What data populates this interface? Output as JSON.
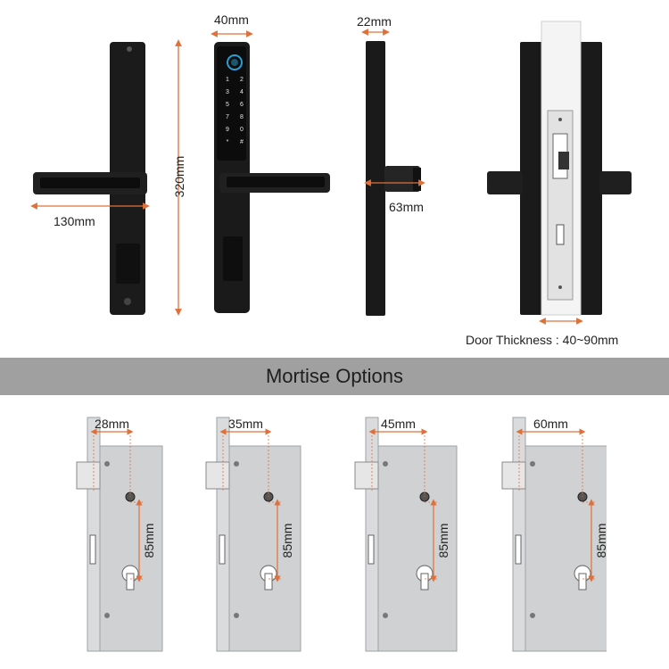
{
  "dimensions": {
    "front_width": "40mm",
    "side_depth": "22mm",
    "height": "320mm",
    "handle_length": "130mm",
    "handle_projection": "63mm",
    "door_thickness": "Door Thickness : 40~90mm"
  },
  "keypad": {
    "keys": [
      "1",
      "2",
      "3",
      "4",
      "5",
      "6",
      "7",
      "8",
      "9",
      "0",
      "*",
      "#"
    ]
  },
  "section_title": "Mortise Options",
  "mortise_options": [
    {
      "backset": "28mm",
      "center": "85mm"
    },
    {
      "backset": "35mm",
      "center": "85mm"
    },
    {
      "backset": "45mm",
      "center": "85mm"
    },
    {
      "backset": "60mm",
      "center": "85mm"
    }
  ],
  "colors": {
    "dimension_line": "#e0703a",
    "lock_body": "#1b1b1b",
    "banner": "#a0a0a0",
    "steel": "#cfd1d3"
  }
}
